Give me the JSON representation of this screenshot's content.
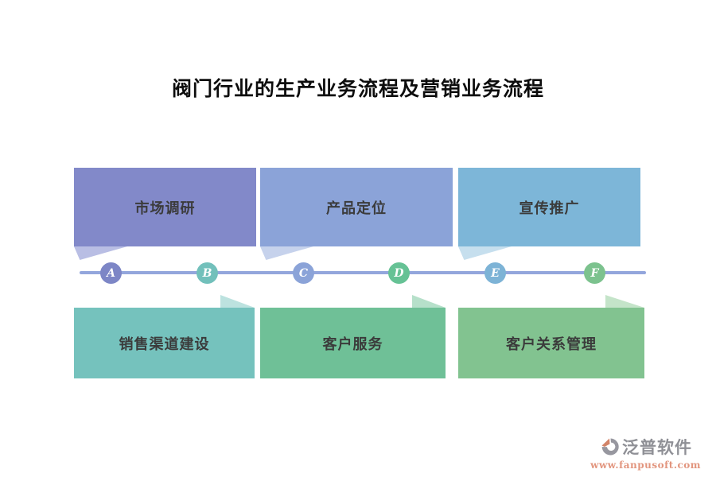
{
  "title": "阀门行业的生产业务流程及营销业务流程",
  "timeline": {
    "line_color": "#93a6dc",
    "nodes": [
      {
        "label": "A",
        "color": "#7d86c6"
      },
      {
        "label": "B",
        "color": "#72c0bb"
      },
      {
        "label": "C",
        "color": "#8ba3d8"
      },
      {
        "label": "D",
        "color": "#66c295"
      },
      {
        "label": "E",
        "color": "#7db3d6"
      },
      {
        "label": "F",
        "color": "#7cc28e"
      }
    ]
  },
  "top_boxes": [
    {
      "label": "市场调研",
      "color": "#8289c9",
      "tail_color": "#b9bee4"
    },
    {
      "label": "产品定位",
      "color": "#8ba3d8",
      "tail_color": "#c6d2ec"
    },
    {
      "label": "宣传推广",
      "color": "#7db6d8",
      "tail_color": "#c6dfee"
    }
  ],
  "bottom_boxes": [
    {
      "label": "销售渠道建设",
      "color": "#75c2bd",
      "tail_color": "#bce2df"
    },
    {
      "label": "客户服务",
      "color": "#6fc097",
      "tail_color": "#b6e0ca"
    },
    {
      "label": "客户关系管理",
      "color": "#82c390",
      "tail_color": "#c4e4c9"
    }
  ],
  "logo": {
    "name": "泛普软件",
    "url": "www.fanpusoft.com",
    "name_color": "#8f9096",
    "url_color": "#e2957e",
    "icon_gray": "#97979f",
    "icon_accent": "#d28469"
  }
}
